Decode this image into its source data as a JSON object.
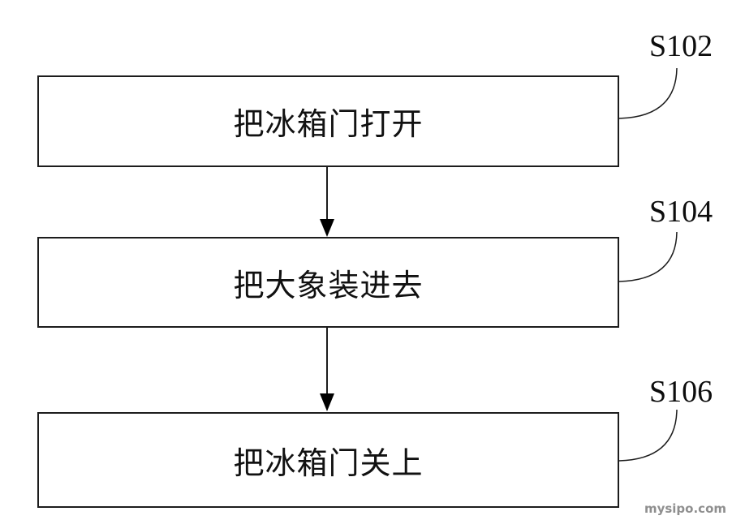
{
  "diagram": {
    "type": "flowchart",
    "steps": [
      {
        "label": "S102",
        "text": "把冰箱门打开"
      },
      {
        "label": "S104",
        "text": "把大象装进去"
      },
      {
        "label": "S106",
        "text": "把冰箱门关上"
      }
    ],
    "connections": [
      {
        "from": "S102",
        "to": "S104",
        "style": "arrow-down"
      },
      {
        "from": "S104",
        "to": "S106",
        "style": "arrow-down"
      }
    ],
    "watermark": "mysipo.com",
    "colors": {
      "line": "#1c1c1c",
      "background": "#ffffff",
      "watermark": "#8f8f8f"
    }
  }
}
